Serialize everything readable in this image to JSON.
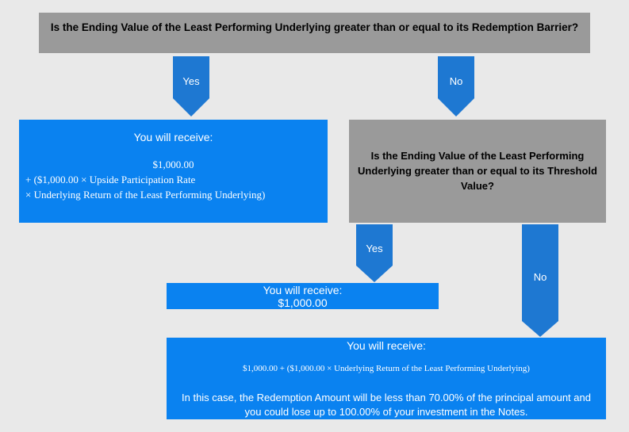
{
  "question1": "Is the Ending Value of the Least Performing Underlying greater than or equal to its Redemption Barrier?",
  "question2": "Is the Ending Value of the Least Performing Underlying greater than or equal to its Threshold Value?",
  "branch_labels": {
    "yes1": "Yes",
    "no1": "No",
    "yes2": "Yes",
    "no2": "No"
  },
  "result1": {
    "heading": "You will receive:",
    "line1": "$1,000.00",
    "line2": "+ ($1,000.00 × Upside Participation Rate",
    "line3": "× Underlying Return of the Least Performing Underlying)"
  },
  "result2": {
    "heading": "You will receive:",
    "amount": "$1,000.00"
  },
  "result3": {
    "heading": "You will receive:",
    "formula": "$1,000.00 + ($1,000.00 × Underlying Return of the Least Performing Underlying)",
    "note": "In this case, the Redemption Amount will be less than 70.00% of the principal amount and you could lose up to 100.00% of your investment in the Notes."
  },
  "colors": {
    "blue": "#0a82f0",
    "arrow": "#1e78d2",
    "gray": "#9a9a9a",
    "background": "#e9e9e9"
  }
}
